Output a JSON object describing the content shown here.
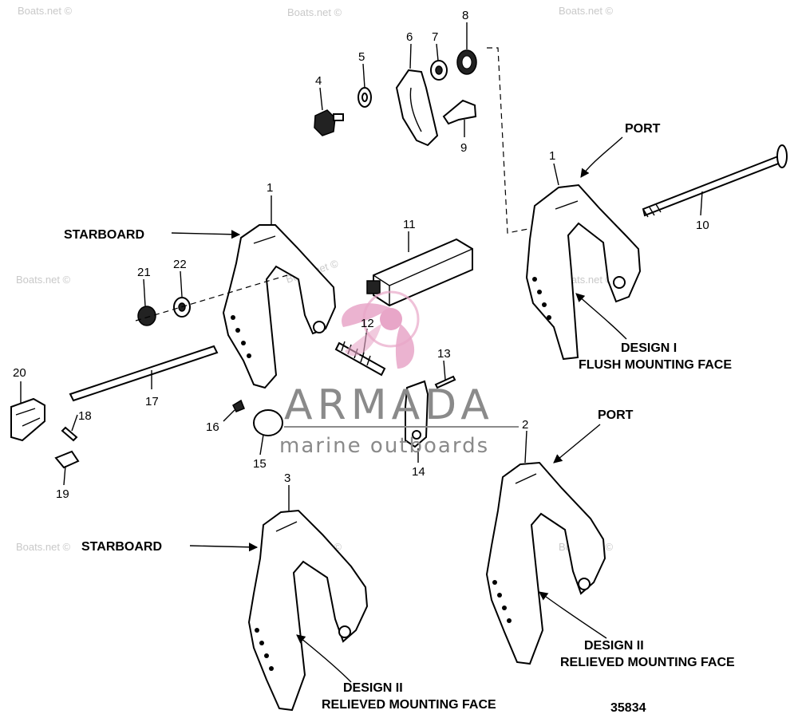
{
  "watermarks": [
    "Boats.net ©",
    "Boats.net ©",
    "Boats.net ©",
    "Boats.net ©",
    "Boats.net ©",
    "Boats.net ©",
    "Boats.net ©",
    "Boats.net ©",
    "Boats.net ©"
  ],
  "brand": {
    "name": "ARMADA",
    "tagline": "marine outboards",
    "accent_color": "#e8a6c8"
  },
  "part_labels": [
    "1",
    "1",
    "2",
    "3",
    "4",
    "5",
    "6",
    "7",
    "8",
    "9",
    "10",
    "11",
    "12",
    "13",
    "14",
    "15",
    "16",
    "17",
    "18",
    "19",
    "20",
    "21",
    "22"
  ],
  "captions": {
    "starboard_top": "STARBOARD",
    "port_top": "PORT",
    "design1_line1": "DESIGN I",
    "design1_line2": "FLUSH MOUNTING FACE",
    "port_bottom": "PORT",
    "design2_right_line1": "DESIGN II",
    "design2_right_line2": "RELIEVED MOUNTING FACE",
    "starboard_bottom": "STARBOARD",
    "design2_bottom_line1": "DESIGN II",
    "design2_bottom_line2": "RELIEVED MOUNTING FACE"
  },
  "figure_number": "35834"
}
